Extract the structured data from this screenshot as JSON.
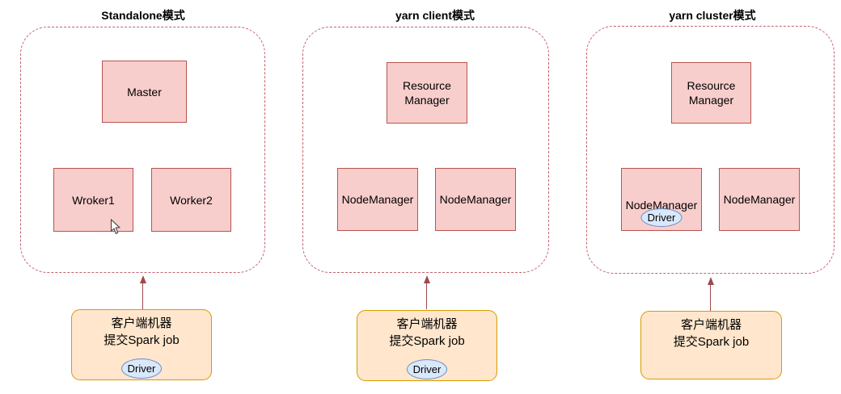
{
  "colors": {
    "node_fill": "#f8cecc",
    "node_border": "#b85450",
    "container_border": "#c4626e",
    "client_fill": "#ffe6cc",
    "client_border": "#d79b00",
    "driver_fill": "#dae8fc",
    "driver_border": "#6c8ebf",
    "arrow": "#a0494d",
    "canvas_bg": "#ffffff"
  },
  "panels": [
    {
      "title": "Standalone模式",
      "nodes": {
        "top": "Master",
        "left": "Wroker1",
        "right": "Worker2"
      },
      "client": {
        "line1": "客户端机器",
        "line2": "提交Spark job",
        "driver": "Driver"
      }
    },
    {
      "title": "yarn client模式",
      "nodes": {
        "top": "Resource Manager",
        "left": "NodeManager",
        "right": "NodeManager"
      },
      "client": {
        "line1": "客户端机器",
        "line2": "提交Spark job",
        "driver": "Driver"
      }
    },
    {
      "title": "yarn cluster模式",
      "nodes": {
        "top": "Resource Manager",
        "left": "NodeManager",
        "left_driver": "Driver",
        "right": "NodeManager"
      },
      "client": {
        "line1": "客户端机器",
        "line2": "提交Spark job"
      }
    }
  ]
}
